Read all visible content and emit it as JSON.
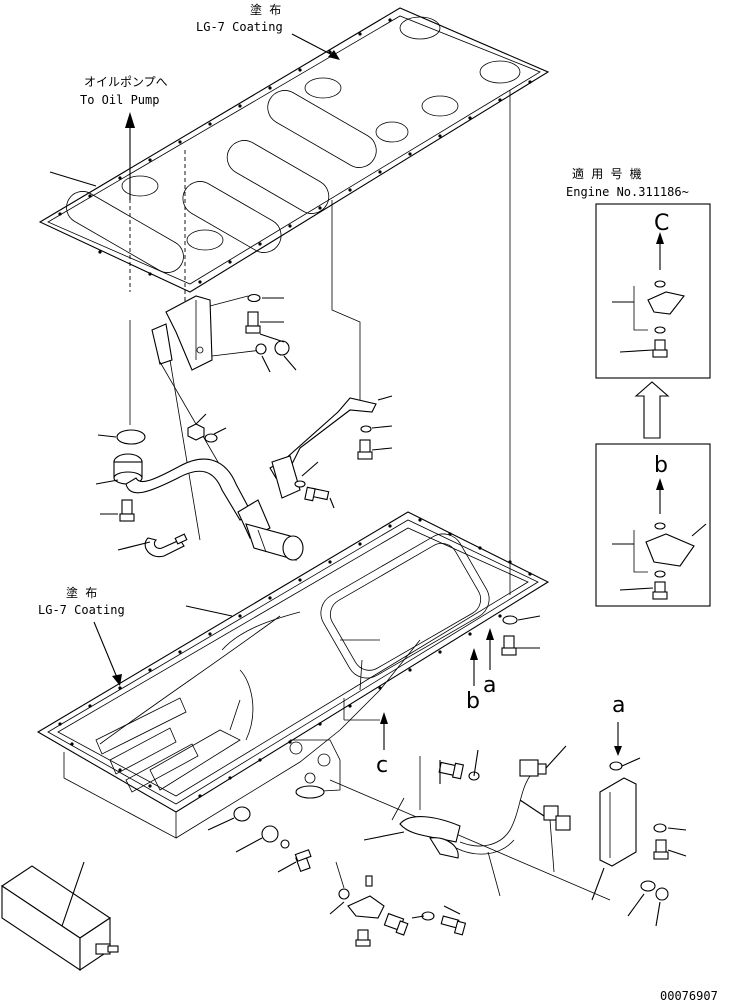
{
  "labels": {
    "top_coating_jp": "塗 布",
    "top_coating_en": "LG-7 Coating",
    "oil_pump_jp": "オイルポンプへ",
    "oil_pump_en": "To Oil Pump",
    "applicable_jp": "適 用 号 機",
    "engine_no": "Engine No.311186~",
    "mid_coating_jp": "塗 布",
    "mid_coating_en": "LG-7 Coating",
    "arrow_c_inset": "C",
    "arrow_b_inset": "b",
    "arrow_b_pan": "b",
    "arrow_a_pan": "a",
    "arrow_c_pan": "c",
    "arrow_a_bracket": "a",
    "drawing_number": "00076907"
  }
}
